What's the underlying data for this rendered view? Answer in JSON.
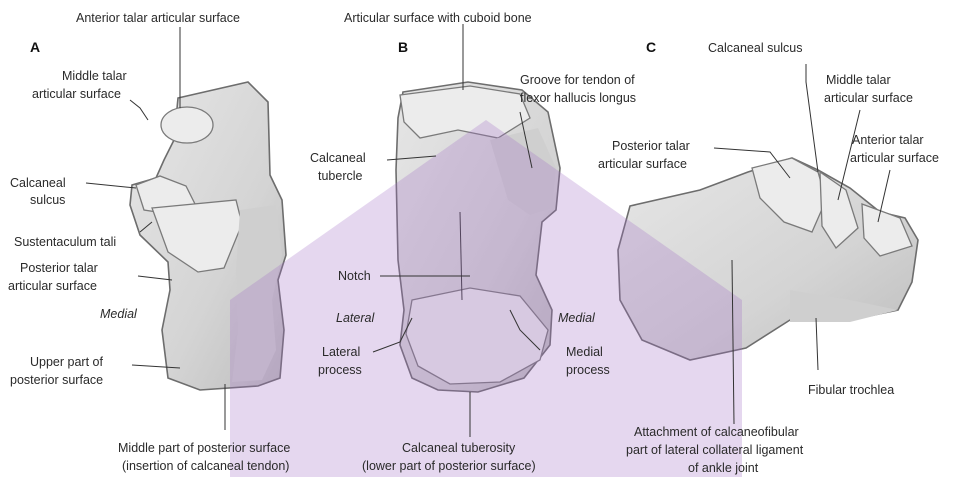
{
  "panels": [
    "A",
    "B",
    "C"
  ],
  "labels": {
    "a_anterior_talar": "Anterior talar articular surface",
    "a_middle_talar_1": "Middle talar",
    "a_middle_talar_2": "articular surface",
    "a_calcaneal_sulcus_1": "Calcaneal",
    "a_calcaneal_sulcus_2": "sulcus",
    "a_sustentaculum": "Sustentaculum tali",
    "a_posterior_talar_1": "Posterior talar",
    "a_posterior_talar_2": "articular surface",
    "a_medial": "Medial",
    "a_upper_post_1": "Upper part of",
    "a_upper_post_2": "posterior surface",
    "a_middle_post_1": "Middle part of posterior surface",
    "a_middle_post_2": "(insertion of calcaneal tendon)",
    "b_cuboid": "Articular surface with cuboid bone",
    "b_groove_1": "Groove for tendon of",
    "b_groove_2": "flexor hallucis longus",
    "b_tubercle_1": "Calcaneal",
    "b_tubercle_2": "tubercle",
    "b_notch": "Notch",
    "b_lateral": "Lateral",
    "b_medial": "Medial",
    "b_lateral_process_1": "Lateral",
    "b_lateral_process_2": "process",
    "b_medial_process_1": "Medial",
    "b_medial_process_2": "process",
    "b_tuberosity_1": "Calcaneal tuberosity",
    "b_tuberosity_2": "(lower part of posterior surface)",
    "c_sulcus": "Calcaneal sulcus",
    "c_middle_talar_1": "Middle talar",
    "c_middle_talar_2": "articular surface",
    "c_posterior_talar_1": "Posterior talar",
    "c_posterior_talar_2": "articular surface",
    "c_anterior_talar_1": "Anterior talar",
    "c_anterior_talar_2": "articular surface",
    "c_fibular": "Fibular trochlea",
    "c_attach_1": "Attachment of calcaneofibular",
    "c_attach_2": "part of lateral collateral ligament",
    "c_attach_3": "of ankle joint"
  },
  "colors": {
    "bone_fill": "#d9d9d9",
    "bone_outline": "#6d6d6d",
    "watermark": "#a070c4",
    "text": "#2a2a2a"
  }
}
